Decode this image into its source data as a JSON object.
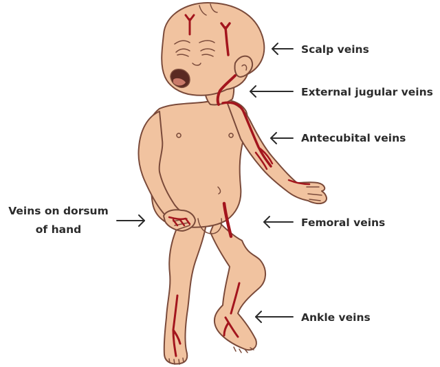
{
  "labels": {
    "scalp": "Scalp veins",
    "external_jugular": "External jugular veins",
    "antecubital": "Antecubital veins",
    "dorsum_hand_line1": "Veins on dorsum",
    "dorsum_hand_line2": "of hand",
    "femoral": "Femoral veins",
    "ankle": "Ankle veins"
  },
  "colors": {
    "skin": "#f1c3a0",
    "outline": "#7a4a3a",
    "vein": "#a3151d",
    "text": "#2b2b2b"
  }
}
